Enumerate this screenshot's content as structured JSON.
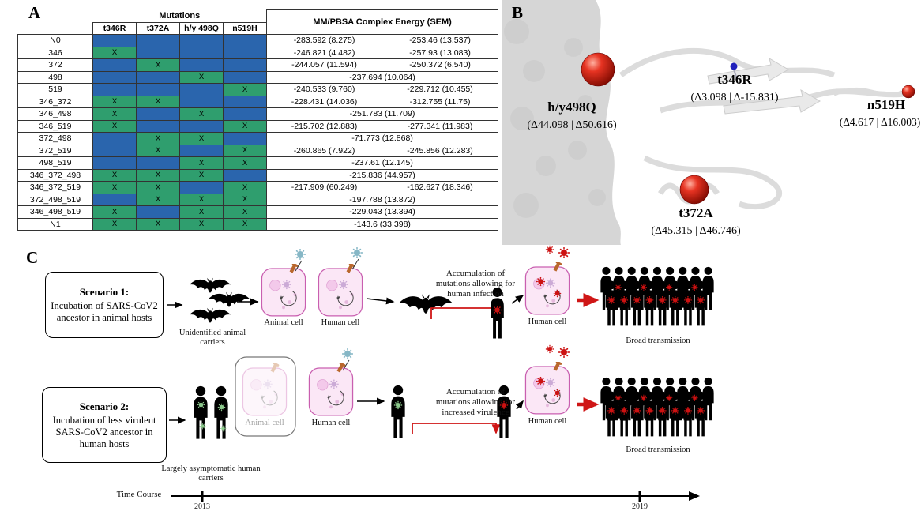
{
  "figure": {
    "panelA_label": "A",
    "panelB_label": "B",
    "panelC_label": "C"
  },
  "panelA": {
    "mutations_header": "Mutations",
    "energy_header": "MM/PBSA Complex Energy (SEM)",
    "columns": [
      "t346R",
      "t372A",
      "h/y 498Q",
      "n519H"
    ],
    "mark_char": "X",
    "colors": {
      "marked": "#2f9e6e",
      "unmarked": "#2a65ad"
    },
    "rows": [
      {
        "name": "N0",
        "marks": [
          0,
          0,
          0,
          0
        ],
        "values": [
          "-283.592 (8.275)",
          "-253.46 (13.537)"
        ]
      },
      {
        "name": "346",
        "marks": [
          1,
          0,
          0,
          0
        ],
        "values": [
          "-246.821 (4.482)",
          "-257.93 (13.083)"
        ]
      },
      {
        "name": "372",
        "marks": [
          0,
          1,
          0,
          0
        ],
        "values": [
          "-244.057 (11.594)",
          "-250.372 (6.540)"
        ]
      },
      {
        "name": "498",
        "marks": [
          0,
          0,
          1,
          0
        ],
        "values": [
          "-237.694 (10.064)"
        ]
      },
      {
        "name": "519",
        "marks": [
          0,
          0,
          0,
          1
        ],
        "values": [
          "-240.533 (9.760)",
          "-229.712 (10.455)"
        ]
      },
      {
        "name": "346_372",
        "marks": [
          1,
          1,
          0,
          0
        ],
        "values": [
          "-228.431 (14.036)",
          "-312.755 (11.75)"
        ]
      },
      {
        "name": "346_498",
        "marks": [
          1,
          0,
          1,
          0
        ],
        "values": [
          "-251.783 (11.709)"
        ]
      },
      {
        "name": "346_519",
        "marks": [
          1,
          0,
          0,
          1
        ],
        "values": [
          "-215.702 (12.883)",
          "-277.341 (11.983)"
        ]
      },
      {
        "name": "372_498",
        "marks": [
          0,
          1,
          1,
          0
        ],
        "values": [
          "-71.773 (12.868)"
        ]
      },
      {
        "name": "372_519",
        "marks": [
          0,
          1,
          0,
          1
        ],
        "values": [
          "-260.865 (7.922)",
          "-245.856 (12.283)"
        ]
      },
      {
        "name": "498_519",
        "marks": [
          0,
          0,
          1,
          1
        ],
        "values": [
          "-237.61 (12.145)"
        ]
      },
      {
        "name": "346_372_498",
        "marks": [
          1,
          1,
          1,
          0
        ],
        "values": [
          "-215.836 (44.957)"
        ]
      },
      {
        "name": "346_372_519",
        "marks": [
          1,
          1,
          0,
          1
        ],
        "values": [
          "-217.909 (60.249)",
          "-162.627 (18.346)"
        ]
      },
      {
        "name": "372_498_519",
        "marks": [
          0,
          1,
          1,
          1
        ],
        "values": [
          "-197.788 (13.872)"
        ]
      },
      {
        "name": "346_498_519",
        "marks": [
          1,
          0,
          1,
          1
        ],
        "values": [
          "-229.043 (13.394)"
        ]
      },
      {
        "name": "N1",
        "marks": [
          1,
          1,
          1,
          1
        ],
        "values": [
          "-143.6 (33.398)"
        ]
      }
    ]
  },
  "panelB": {
    "sites": {
      "t346R": {
        "label": "t346R",
        "delta": "(Δ3.098 | Δ-15.831)"
      },
      "hy498Q": {
        "label": "h/y498Q",
        "delta": "(Δ44.098 | Δ50.616)"
      },
      "n519H": {
        "label": "n519H",
        "delta": "(Δ4.617 | Δ16.003)"
      },
      "t372A": {
        "label": "t372A",
        "delta": "(Δ45.315 | Δ46.746)"
      }
    }
  },
  "panelC": {
    "scenario1": {
      "title": "Scenario 1:",
      "description": "Incubation of SARS-CoV2 ancestor in animal hosts",
      "carriers": "Unidentified animal carriers",
      "animal_cell": "Animal cell",
      "human_cell": "Human cell",
      "accumulation": "Accumulation of mutations allowing for human infection",
      "human_cell_2": "Human cell",
      "transmission": "Broad transmission"
    },
    "scenario2": {
      "title": "Scenario 2:",
      "description": "Incubation of less virulent SARS-CoV2 ancestor in human hosts",
      "carriers": "Largely asymptomatic human carriers",
      "animal_cell": "Animal cell",
      "human_cell": "Human cell",
      "accumulation": "Accumulation of mutations allowing for increased virulence",
      "human_cell_2": "Human cell",
      "transmission": "Broad transmission"
    },
    "timeline": {
      "label": "Time Course",
      "start_year": "2013",
      "end_year": "2019"
    }
  }
}
